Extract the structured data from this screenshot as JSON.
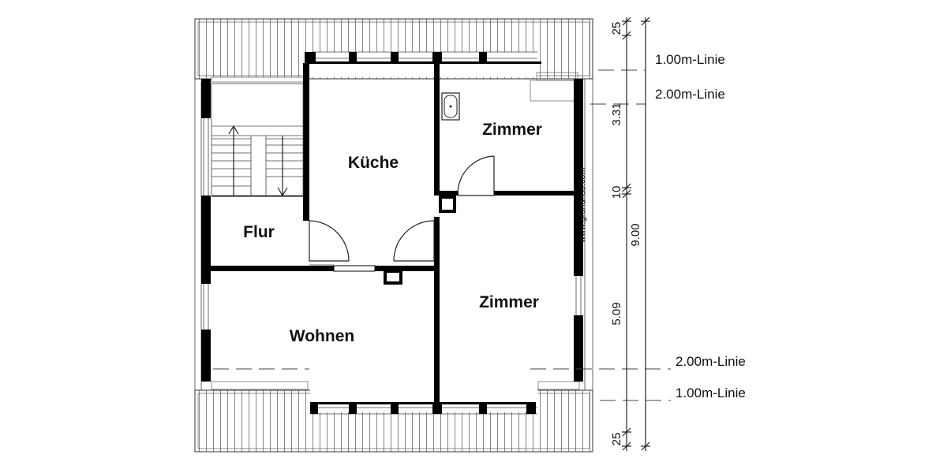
{
  "rooms": {
    "kueche": "Küche",
    "flur": "Flur",
    "wohnen": "Wohnen",
    "zimmer_top": "Zimmer",
    "zimmer_bottom": "Zimmer"
  },
  "dimensions": {
    "top_overhang": "25",
    "upper_depth": "3.31",
    "wall": "10",
    "total": "9.00",
    "lower_depth": "5.09",
    "bottom_overhang": "25"
  },
  "height_lines": {
    "top_1m": "1.00m-Linie",
    "top_2m": "2.00m-Linie",
    "bottom_2m": "2.00m-Linie",
    "bottom_1m": "1.00m-Linie"
  },
  "watermark": "www.grundriss.com",
  "colors": {
    "wall": "#000000",
    "line": "#222222",
    "background": "#ffffff"
  }
}
